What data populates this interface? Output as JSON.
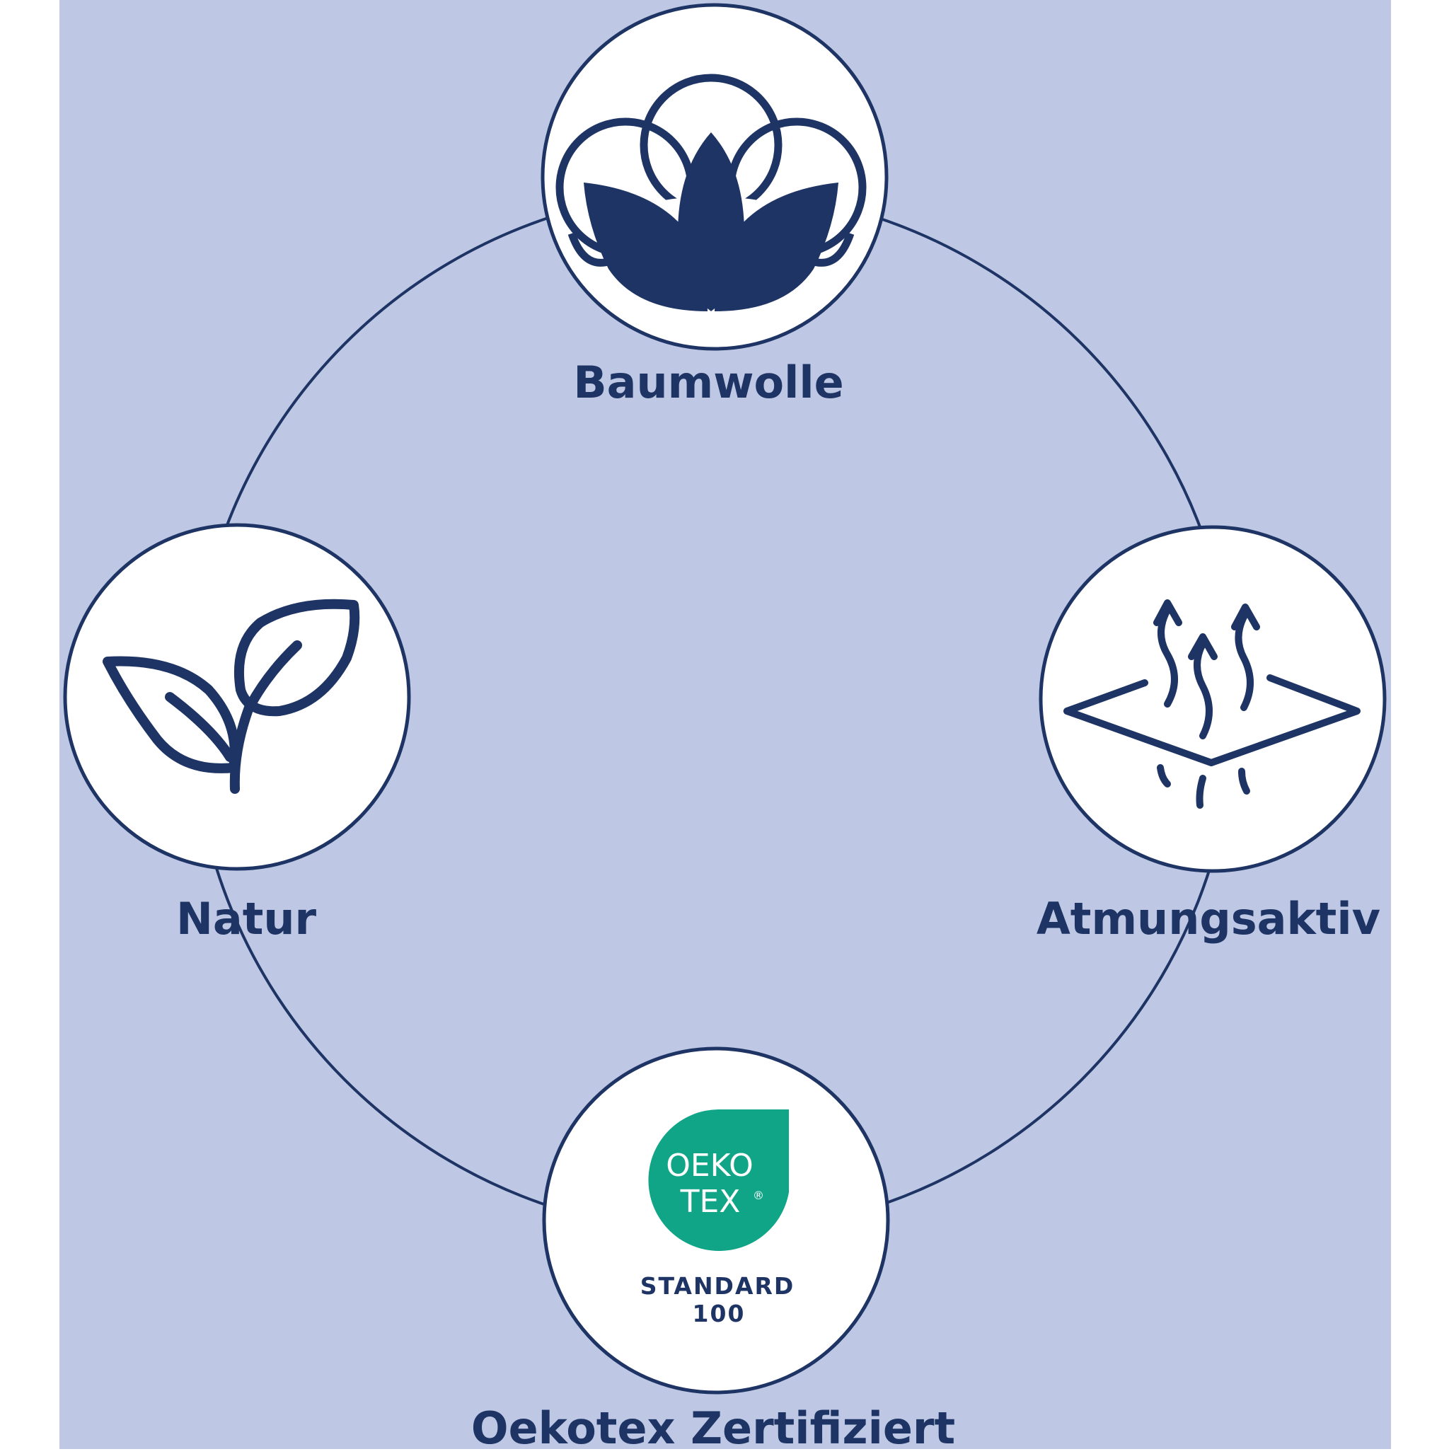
{
  "colors": {
    "background": "#bec8e4",
    "navy": "#1e3464",
    "white": "#ffffff",
    "oekotex_green": "#10a587"
  },
  "nodes": {
    "top": {
      "label": "Baumwolle",
      "icon": "cotton-flower-icon"
    },
    "left": {
      "label": "Natur",
      "icon": "leaf-sprout-icon"
    },
    "right": {
      "label": "Atmungsaktiv",
      "icon": "breathable-fabric-icon"
    },
    "bottom": {
      "label": "Oekotex Zertifiziert",
      "icon": "oeko-tex-logo",
      "logo_text": {
        "line1": "OEKO",
        "line2": "TEX",
        "reg": "®",
        "standard": "STANDARD",
        "number": "100"
      }
    }
  }
}
